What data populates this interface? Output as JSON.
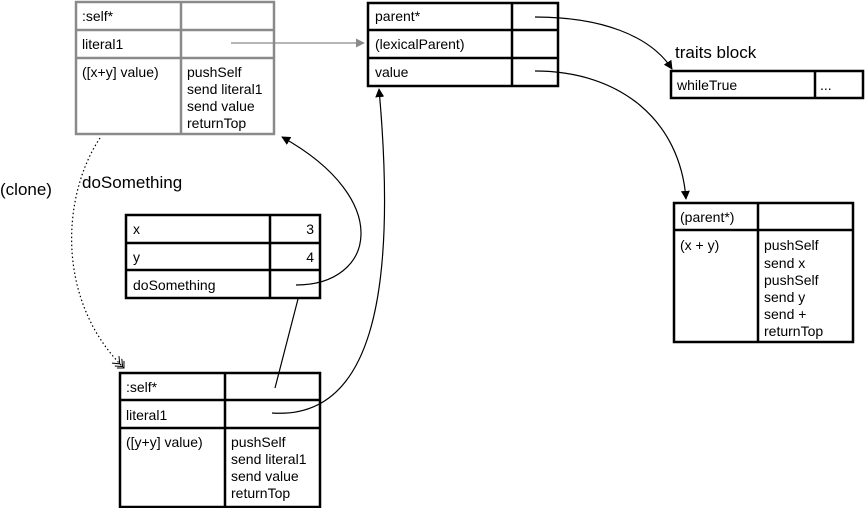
{
  "labels": {
    "clone": "(clone)",
    "do_something": "doSomething",
    "traits_block": "traits block"
  },
  "method_top": {
    "self_slot": ":self*",
    "literal_slot": "literal1",
    "code_label": "([x+y] value)",
    "code_lines": [
      "pushSelf",
      "send literal1",
      "send value",
      "returnTop"
    ]
  },
  "block_object": {
    "parent_slot": "parent*",
    "lexical_parent_slot": "(lexicalParent)",
    "value_slot": "value"
  },
  "traits_object": {
    "while_true_slot": "whileTrue",
    "more_slot": "..."
  },
  "value_method": {
    "parent_slot": "(parent*)",
    "code_label": "(x + y)",
    "code_lines": [
      "pushSelf",
      "send x",
      "pushSelf",
      "send y",
      "send +",
      "returnTop"
    ]
  },
  "receiver": {
    "x_slot": "x",
    "x_value": "3",
    "y_slot": "y",
    "y_value": "4",
    "method_slot": "doSomething"
  },
  "method_clone": {
    "self_slot": ":self*",
    "literal_slot": "literal1",
    "code_label": "([y+y] value)",
    "code_lines": [
      "pushSelf",
      "send literal1",
      "send value",
      "returnTop"
    ]
  },
  "colors": {
    "line": "#000000",
    "faded": "#8a8a8a"
  }
}
